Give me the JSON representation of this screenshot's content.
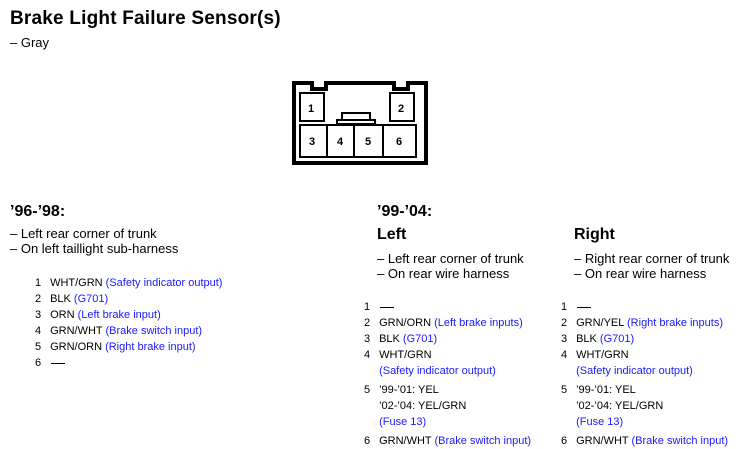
{
  "header": {
    "title": "Brake Light Failure Sensor(s)",
    "subtitle": "– Gray"
  },
  "connector": {
    "pins": [
      "1",
      "2",
      "3",
      "4",
      "5",
      "6"
    ]
  },
  "section_9698": {
    "title": "’96-’98:",
    "desc1": "– Left rear corner of trunk",
    "desc2": "– On left taillight sub-harness",
    "pins": [
      {
        "n": "1",
        "w": "WHT/GRN",
        "f": "(Safety indicator output)"
      },
      {
        "n": "2",
        "w": "BLK",
        "f": "(G701)"
      },
      {
        "n": "3",
        "w": "ORN",
        "f": "(Left brake input)"
      },
      {
        "n": "4",
        "w": "GRN/WHT",
        "f": "(Brake switch input)"
      },
      {
        "n": "5",
        "w": "GRN/ORN",
        "f": "(Right brake input)"
      },
      {
        "n": "6"
      }
    ]
  },
  "section_9904": {
    "title": "’99-’04:",
    "left": {
      "heading": "Left",
      "desc1": "– Left rear corner of trunk",
      "desc2": "– On rear wire harness",
      "pins": [
        {
          "n": "1"
        },
        {
          "n": "2",
          "w": "GRN/ORN",
          "f": "(Left brake inputs)"
        },
        {
          "n": "3",
          "w": "BLK",
          "f": "(G701)"
        },
        {
          "n": "4",
          "w": "WHT/GRN",
          "f": "(Safety indicator output)"
        },
        {
          "n": "5",
          "w": "’99-’01: YEL",
          "w2": "’02-’04: YEL/GRN",
          "f": "(Fuse 13)"
        },
        {
          "n": "6",
          "w": "GRN/WHT",
          "f": "(Brake switch input)"
        }
      ]
    },
    "right": {
      "heading": "Right",
      "desc1": "– Right rear corner of trunk",
      "desc2": "– On rear wire harness",
      "pins": [
        {
          "n": "1"
        },
        {
          "n": "2",
          "w": "GRN/YEL",
          "f": "(Right brake inputs)"
        },
        {
          "n": "3",
          "w": "BLK",
          "f": "(G701)"
        },
        {
          "n": "4",
          "w": "WHT/GRN",
          "f": "(Safety indicator output)"
        },
        {
          "n": "5",
          "w": "’99-’01: YEL",
          "w2": "’02-’04: YEL/GRN",
          "f": "(Fuse 13)"
        },
        {
          "n": "6",
          "w": "GRN/WHT",
          "f": "(Brake switch input)"
        }
      ]
    }
  },
  "colors": {
    "function_text": "#1a1aff"
  }
}
